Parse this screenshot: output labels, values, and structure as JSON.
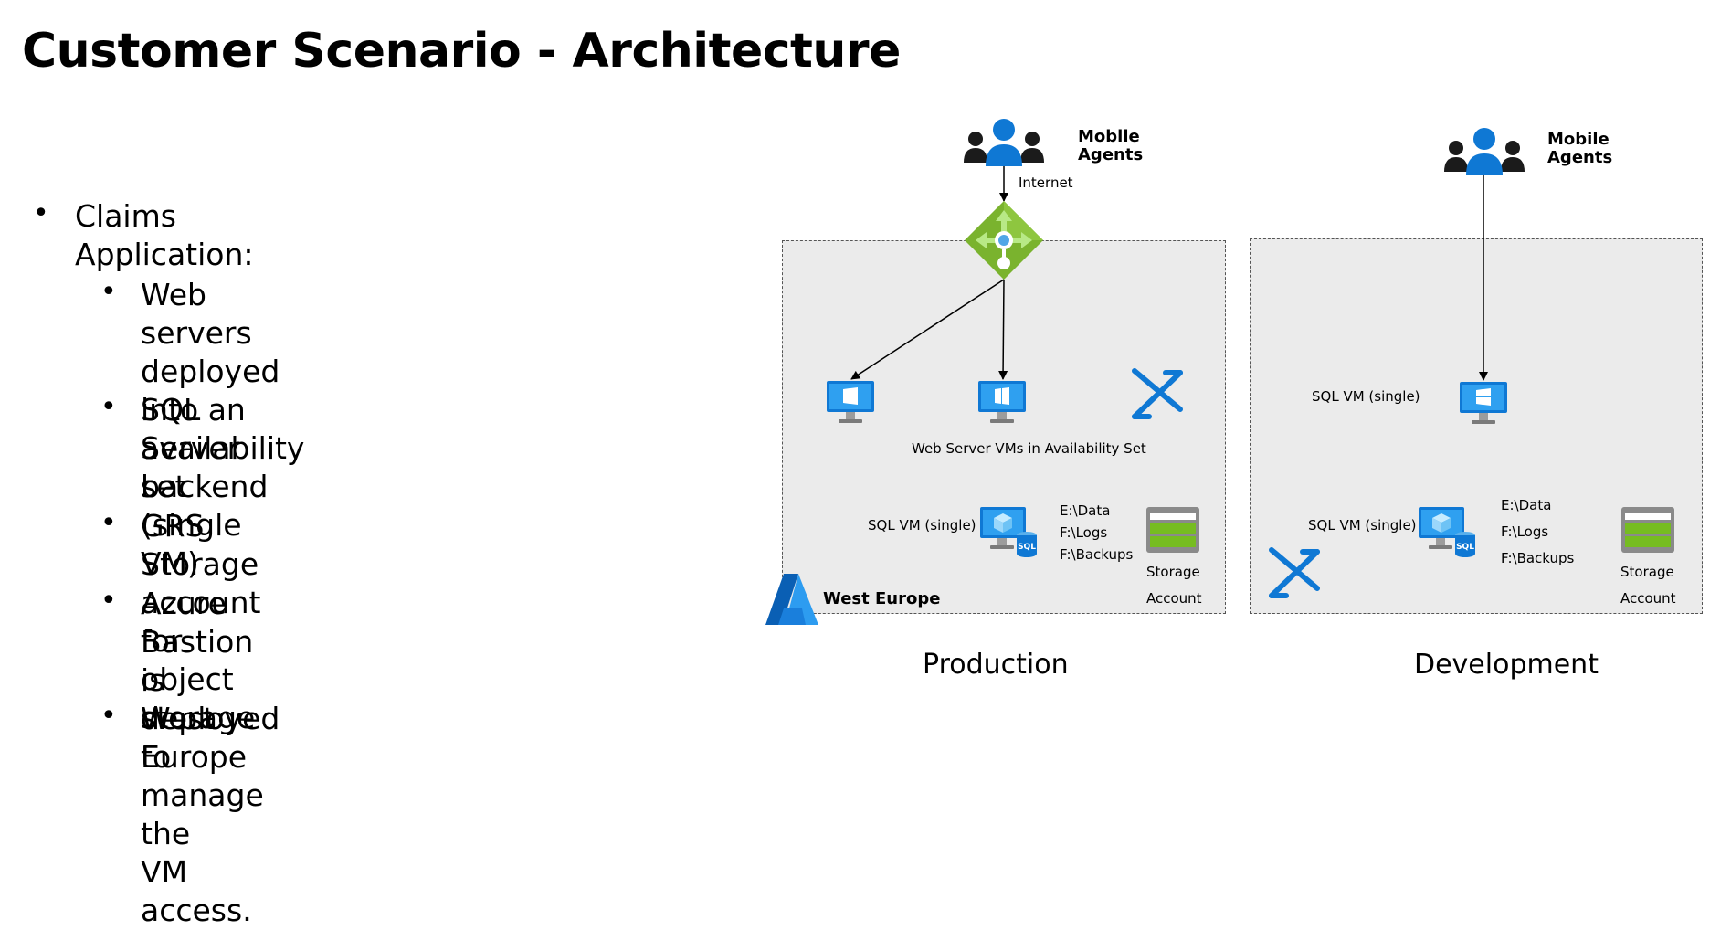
{
  "slide": {
    "title": "Customer Scenario - Architecture",
    "bullets": [
      {
        "text": "Claims Application:",
        "level": 1
      },
      {
        "text": "Web servers deployed into an availability\nset",
        "level": 2
      },
      {
        "text": "SQL Server backend\n(single VM)",
        "level": 2
      },
      {
        "text": "GRS Storage account for object storage",
        "level": 2
      },
      {
        "text": "Azure Bastion is deployed to manage the\nVM access.",
        "level": 2
      },
      {
        "text": "West Europe",
        "level": 2
      }
    ]
  },
  "diagram": {
    "production": {
      "caption": "Production",
      "users_label": "Mobile\nAgents",
      "internet_label": "Internet",
      "web_vm_label": "Web Server VMs in Availability Set",
      "sql_vm_label": "SQL VM (single)",
      "sql_paths": "E:\\Data\nF:\\Logs\nF:\\Backups",
      "storage_label": "Storage\nAccount",
      "region_label": "West Europe"
    },
    "development": {
      "caption": "Development",
      "users_label": "Mobile\nAgents",
      "vm_label": "SQL VM (single)",
      "sql_vm_label": "SQL VM (single)",
      "sql_paths": "E:\\Data\nF:\\Logs\nF:\\Backups",
      "storage_label": "Storage\nAccount"
    }
  }
}
